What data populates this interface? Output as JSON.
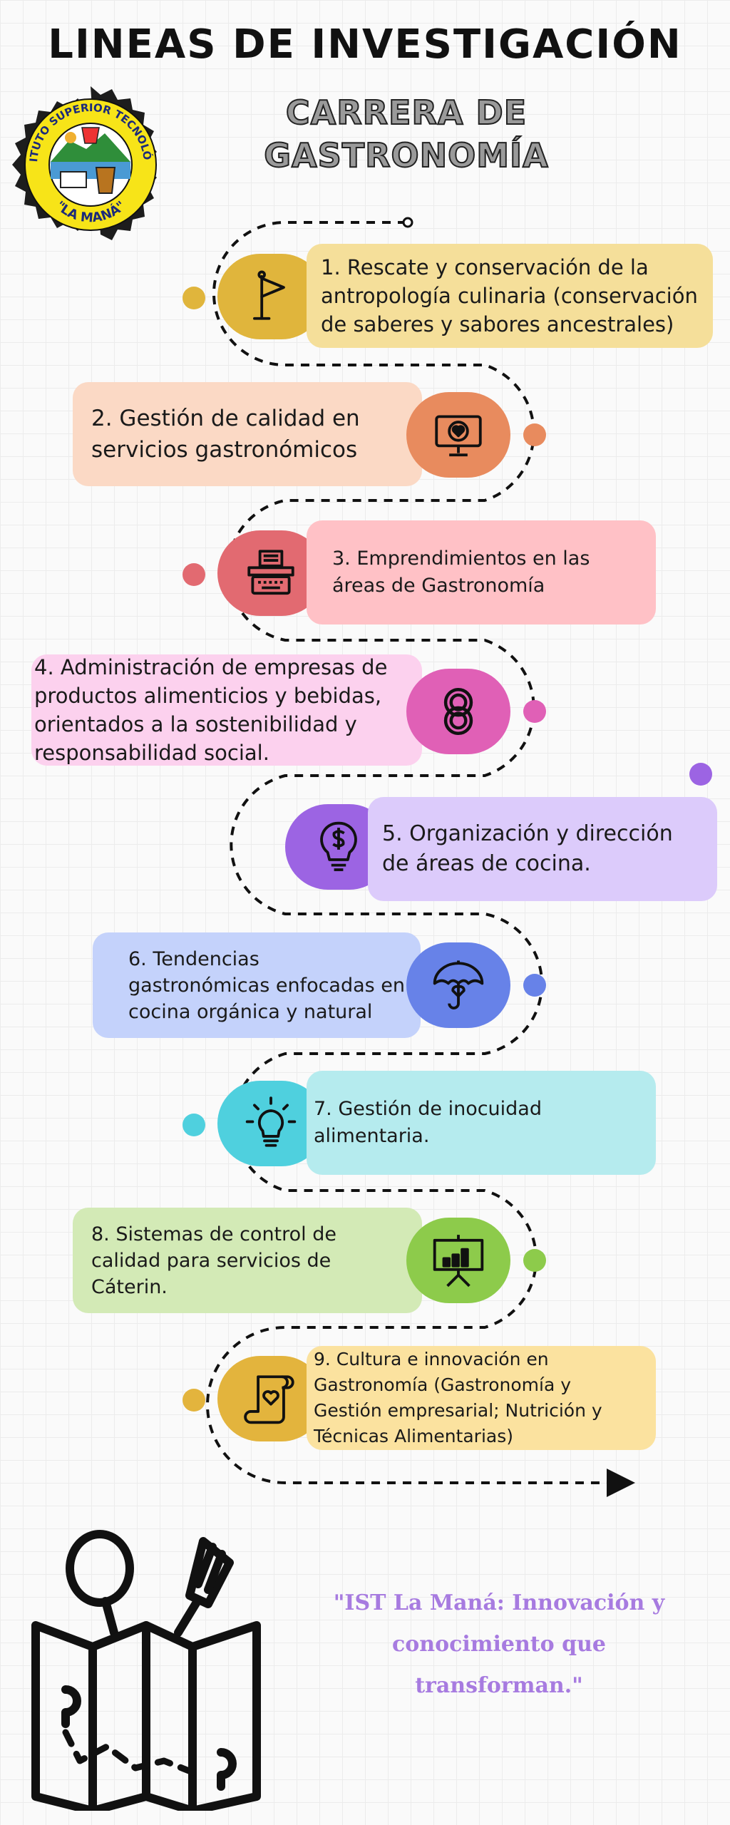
{
  "header": {
    "title": "LINEAS DE INVESTIGACIÓN",
    "subtitle_line1": "CARRERA DE",
    "subtitle_line2": "GASTRONOMÍA"
  },
  "logo": {
    "text_top": "INSTITUTO SUPERIOR TECNOLÓGICO",
    "text_bottom": "\"LA MANÁ\""
  },
  "items": [
    {
      "label": "1. Rescate y conservación de la antropología culinaria (conservación de saberes y sabores ancestrales)",
      "icon": "flag-icon",
      "color": "#f5df9a",
      "accent": "#e0b53c"
    },
    {
      "label": "2. Gestión de calidad en servicios gastronómicos",
      "icon": "monitor-heart-icon",
      "color": "#fbd9c5",
      "accent": "#e88b5e"
    },
    {
      "label": "3. Emprendimientos en las áreas de Gastronomía",
      "icon": "typewriter-icon",
      "color": "#ffc1c6",
      "accent": "#e26a71"
    },
    {
      "label": "4. Administración de empresas de productos alimenticios y bebidas, orientados a la sostenibilidad y responsabilidad social.",
      "icon": "rings-icon",
      "color": "#fcd1ee",
      "accent": "#e060b6"
    },
    {
      "label": "5. Organización y dirección de áreas de cocina.",
      "icon": "lightbulb-dollar-icon",
      "color": "#dccbfb",
      "accent": "#9c64e3"
    },
    {
      "label": "6. Tendencias gastronómicas enfocadas en cocina orgánica y natural",
      "icon": "umbrella-heart-icon",
      "color": "#c4d2fb",
      "accent": "#6782e8"
    },
    {
      "label": "7. Gestión de inocuidad alimentaria.",
      "icon": "lightbulb-icon",
      "color": "#b5ebee",
      "accent": "#4fd0de"
    },
    {
      "label": "8. Sistemas de control de calidad para servicios de Cáterin.",
      "icon": "presentation-chart-icon",
      "color": "#d3eab6",
      "accent": "#8dcb4b"
    },
    {
      "label": "9. Cultura e innovación en Gastronomía (Gastronomía y Gestión empresarial; Nutrición y Técnicas Alimentarias)",
      "icon": "scroll-heart-icon",
      "color": "#fbe29f",
      "accent": "#e3b43d"
    }
  ],
  "quote": {
    "line1": "\"IST La Maná: Innovación y",
    "line2": "conocimiento que",
    "line3": "transforman.\""
  },
  "illustration": {
    "icon": "map-spoon-fork-icon"
  }
}
